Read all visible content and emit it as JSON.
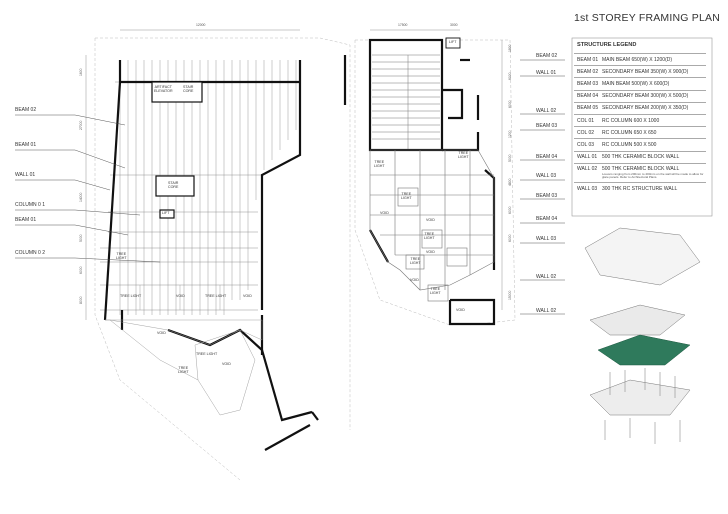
{
  "title": "1st STOREY FRAMING PLAN",
  "legend": {
    "heading": "STRUCTURE LEGEND",
    "rows": [
      {
        "code": "BEAM 01",
        "desc": "MAIN BEAM 650(W) X 1200(D)",
        "note": ""
      },
      {
        "code": "BEAM 02",
        "desc": "SECONDARY BEAM 350(W) X 900(D)",
        "note": ""
      },
      {
        "code": "BEAM 03",
        "desc": "MAIN BEAM 500(W) X 600(D)",
        "note": ""
      },
      {
        "code": "BEAM 04",
        "desc": "SECONDARY BEAM 300(W) X 500(D)",
        "note": ""
      },
      {
        "code": "BEAM 05",
        "desc": "SECONDARY BEAM 200(W) X 350(D)",
        "note": ""
      },
      {
        "code": "COL 01",
        "desc": "RC COLUMN 600 X 1000",
        "note": ""
      },
      {
        "code": "COL 02",
        "desc": "RC COLUMN 650 X 650",
        "note": ""
      },
      {
        "code": "COL 03",
        "desc": "RC COLUMN 500 X 500",
        "note": ""
      },
      {
        "code": "WALL 01",
        "desc": "500 THK CERAMIC BLOCK WALL",
        "note": ""
      },
      {
        "code": "WALL 02",
        "desc": "500 THK CERAMIC BLOCK WALL",
        "note": "Louvers ranging from 200mm to 400mm on the wall will be made to allow for glare panels. Refer to Architectural Plans."
      },
      {
        "code": "WALL 03",
        "desc": "300 THK RC STRUCTURE WALL",
        "note": ""
      }
    ]
  },
  "left_plan": {
    "callouts": [
      {
        "id": "beam-02",
        "text": "BEAM    02"
      },
      {
        "id": "beam-01a",
        "text": "BEAM    01"
      },
      {
        "id": "wall-01",
        "text": "WALL    01"
      },
      {
        "id": "column-01",
        "text": "COLUMN   0 1"
      },
      {
        "id": "beam-01b",
        "text": "BEAM    01"
      },
      {
        "id": "column-02",
        "text": "COLUMN   0 2"
      }
    ],
    "rooms": [
      {
        "id": "artifact",
        "text": "ARTIFACT\nELEVATOR"
      },
      {
        "id": "stair-core-top",
        "text": "STAIR\nCORE"
      },
      {
        "id": "stair-core-mid",
        "text": "STAIR\nCORE"
      },
      {
        "id": "lift",
        "text": "LIFT"
      },
      {
        "id": "tree-light-a",
        "text": "TREE\nLIGHT"
      },
      {
        "id": "tree-light-b",
        "text": "TREE LIGHT"
      },
      {
        "id": "void-a",
        "text": "VOID"
      },
      {
        "id": "tree-light-c",
        "text": "TREE LIGHT"
      },
      {
        "id": "void-b",
        "text": "VOID"
      },
      {
        "id": "void-c",
        "text": "VOID"
      },
      {
        "id": "tree-light-d",
        "text": "TREE LIGHT"
      },
      {
        "id": "void-d",
        "text": "VOID"
      },
      {
        "id": "tree-light-e",
        "text": "TREE\nLIGHT"
      }
    ],
    "dims": {
      "top": "12000",
      "left": [
        "1600",
        "27000",
        "14000",
        "5000",
        "6000",
        "8000"
      ]
    }
  },
  "right_plan": {
    "callouts": [
      {
        "id": "r-beam-02",
        "text": "BEAM    02"
      },
      {
        "id": "r-wall-01",
        "text": "WALL    01"
      },
      {
        "id": "r-wall-02",
        "text": "WALL    02"
      },
      {
        "id": "r-beam-03a",
        "text": "BEAM    03"
      },
      {
        "id": "r-beam-04a",
        "text": "BEAM    04"
      },
      {
        "id": "r-wall-03a",
        "text": "WALL    03"
      },
      {
        "id": "r-beam-03b",
        "text": "BEAM    03"
      },
      {
        "id": "r-beam-04b",
        "text": "BEAM    04"
      },
      {
        "id": "r-wall-03b",
        "text": "WALL    03"
      },
      {
        "id": "r-wall-02b",
        "text": "WALL    02"
      },
      {
        "id": "r-wall-02c",
        "text": "WALL    02"
      }
    ],
    "rooms": [
      {
        "id": "r-lift",
        "text": "LIFT"
      },
      {
        "id": "r-tree-light-a",
        "text": "TREE\nLIGHT"
      },
      {
        "id": "r-tree-light-b",
        "text": "TREE\nLIGHT"
      },
      {
        "id": "r-void-a",
        "text": "VOID"
      },
      {
        "id": "r-tree-light-c",
        "text": "TREE\nLIGHT"
      },
      {
        "id": "r-void-b",
        "text": "VOID"
      },
      {
        "id": "r-tree-light-d",
        "text": "TREE\nLIGHT"
      },
      {
        "id": "r-void-c",
        "text": "VOID"
      },
      {
        "id": "r-tree-light-e",
        "text": "TREE\nLIGHT"
      },
      {
        "id": "r-void-d",
        "text": "VOID"
      },
      {
        "id": "r-tree-light-f",
        "text": "TREE\nLIGHT"
      },
      {
        "id": "r-void-e",
        "text": "VOID"
      }
    ],
    "dims": {
      "top": [
        "17500",
        "3000"
      ],
      "right": [
        "1800",
        "6000",
        "6000",
        "1200",
        "5000",
        "4800",
        "6000",
        "6000",
        "15000"
      ]
    }
  },
  "colors": {
    "accent_slab": "#2f7a5c",
    "line": "#1a1a1a",
    "thin": "#8a8a8a"
  }
}
